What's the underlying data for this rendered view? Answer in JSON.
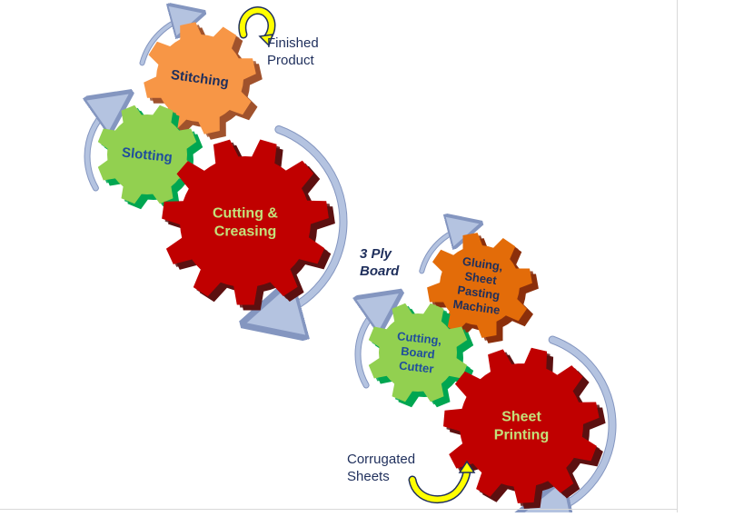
{
  "process": {
    "upper_group": {
      "gears": [
        {
          "id": "stitching",
          "label": [
            "Stitching"
          ],
          "color": "#f79646",
          "shade": "#a0522d",
          "text_color": "#1f2f5c"
        },
        {
          "id": "slotting",
          "label": [
            "Slotting"
          ],
          "color": "#92d050",
          "shade": "#00a651",
          "text_color": "#1f4e9c"
        },
        {
          "id": "cutting-creasing",
          "label": [
            "Cutting &",
            "Creasing"
          ],
          "color": "#c00000",
          "shade": "#5c1010",
          "text_color": "#c4e07a"
        }
      ]
    },
    "lower_group": {
      "gears": [
        {
          "id": "gluing",
          "label": [
            "Gluing,",
            "Sheet",
            "Pasting",
            "Machine"
          ],
          "color": "#e36c09",
          "shade": "#8b2f0c",
          "text_color": "#1f2f5c"
        },
        {
          "id": "cutting-board",
          "label": [
            "Cutting,",
            "Board",
            "Cutter"
          ],
          "color": "#92d050",
          "shade": "#00a651",
          "text_color": "#1f4e9c"
        },
        {
          "id": "sheet-printing",
          "label": [
            "Sheet",
            "Printing"
          ],
          "color": "#c00000",
          "shade": "#5c1010",
          "text_color": "#c4e07a"
        }
      ]
    },
    "notes": {
      "finished_product": "Finished\nProduct",
      "three_ply_board": "3 Ply\nBoard",
      "corrugated_sheets": "Corrugated\nSheets"
    },
    "colors": {
      "arc": "#b4c3e0",
      "arc_edge": "#8496c0",
      "yellow_arrow": "#ffff00",
      "yellow_arrow_edge": "#1f2f5c"
    }
  }
}
